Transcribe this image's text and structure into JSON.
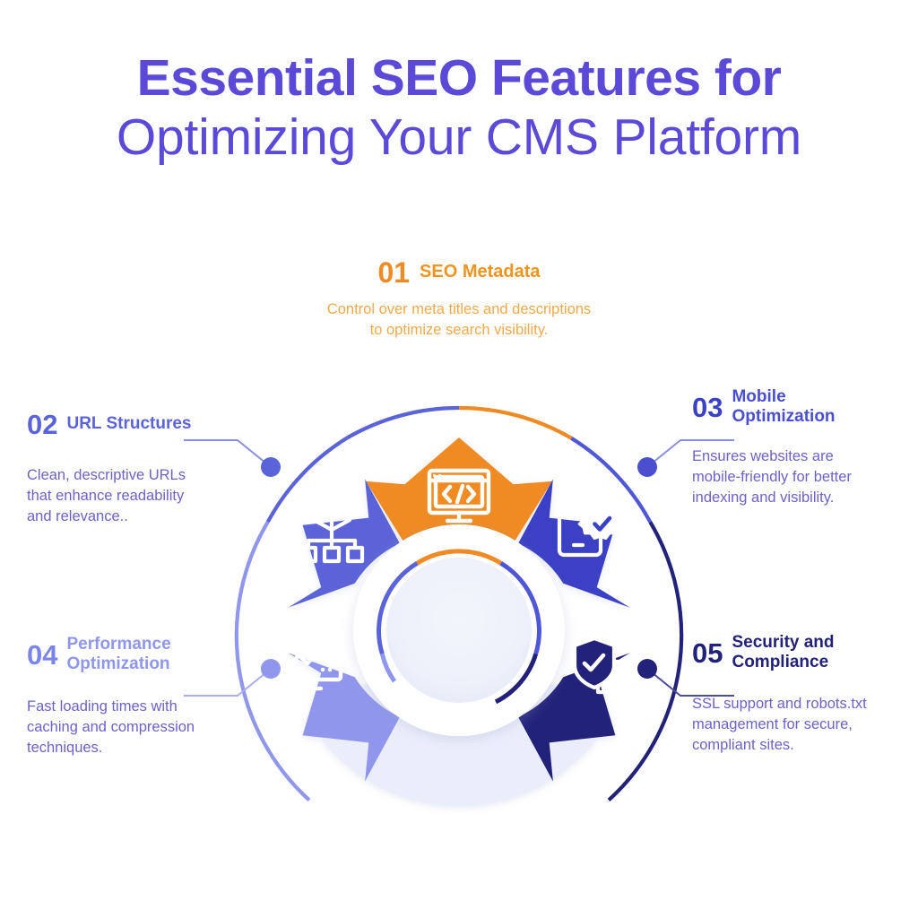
{
  "title": {
    "line1": "Essential SEO Features for",
    "line2": "Optimizing Your CMS Platform",
    "color": "#5b4ad8"
  },
  "items": [
    {
      "number": "01",
      "title": "SEO Metadata",
      "title_line1": "SEO Metadata",
      "title_line2": "",
      "description": "Control over meta titles and descriptions to optimize search visibility.",
      "desc_line1": "Control over meta titles and descriptions",
      "desc_line2": "to optimize search visibility.",
      "icon": "code-monitor-icon",
      "color": "#f08a24",
      "title_color": "#f0941f",
      "desc_color": "#f2a94a",
      "position": "top"
    },
    {
      "number": "02",
      "title": "URL Structures",
      "title_line1": "URL Structures",
      "title_line2": "",
      "description": "Clean, descriptive URLs that enhance readability and relevance..",
      "desc_line1": "Clean, descriptive URLs",
      "desc_line2": "that enhance readability",
      "desc_line3": "and relevance..",
      "icon": "sitemap-cube-icon",
      "color": "#5b63d8",
      "title_color": "#5b63d8",
      "desc_color": "#6b63c9",
      "position": "upper-left"
    },
    {
      "number": "03",
      "title": "Mobile Optimization",
      "title_line1": "Mobile",
      "title_line2": "Optimization",
      "description": "Ensures websites are mobile-friendly for better indexing and visibility.",
      "desc_line1": "Ensures websites are",
      "desc_line2": "mobile-friendly for better",
      "desc_line3": "indexing and visibility.",
      "icon": "mobile-verified-badge-icon",
      "color": "#3b41c5",
      "title_color": "#4a4fd0",
      "desc_color": "#6b63c9",
      "position": "upper-right"
    },
    {
      "number": "04",
      "title": "Performance Optimization",
      "title_line1": "Performance",
      "title_line2": "Optimization",
      "description": "Fast loading times with caching and compression techniques.",
      "desc_line1": "Fast loading times with",
      "desc_line2": "caching and compression",
      "desc_line3": "techniques.",
      "icon": "growth-chart-monitor-icon",
      "color": "#8f96ec",
      "title_color": "#8f96ec",
      "desc_color": "#6b63c9",
      "position": "lower-left"
    },
    {
      "number": "05",
      "title": "Security and Compliance",
      "title_line1": "Security and",
      "title_line2": "Compliance",
      "description": "SSL support and robots.txt management for secure, compliant sites.",
      "desc_line1": "SSL support and robots.txt",
      "desc_line2": "management for secure,",
      "desc_line3": "compliant sites.",
      "icon": "shield-document-icon",
      "color": "#23227a",
      "title_color": "#23227a",
      "desc_color": "#6b63c9",
      "position": "lower-right"
    }
  ],
  "wheel": {
    "filler_segment_color": "#eaeefb",
    "hub_color": "#eef1fa",
    "ring_color": "#ffffff",
    "background": "#ffffff"
  }
}
